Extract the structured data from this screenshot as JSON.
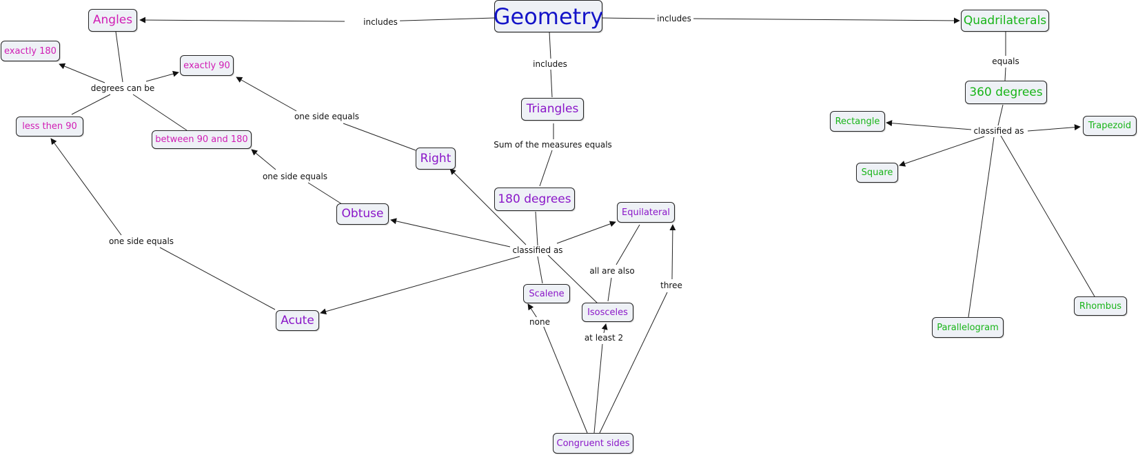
{
  "colors": {
    "geometry": "#1414c8",
    "angles": "#d01cb4",
    "triangles": "#8a16c8",
    "quadrilaterals": "#18b418",
    "link_text": "#111111",
    "line": "#222222"
  },
  "nodes": {
    "geometry": "Geometry",
    "angles": "Angles",
    "quadrilaterals": "Quadrilaterals",
    "exactly_180": "exactly 180",
    "exactly_90": "exactly 90",
    "less_then_90": "less then 90",
    "between_90_180": "between 90 and 180",
    "triangles": "Triangles",
    "right": "Right",
    "obtuse": "Obtuse",
    "acute": "Acute",
    "degrees_180": "180 degrees",
    "equilateral": "Equilateral",
    "scalene": "Scalene",
    "isosceles": "Isosceles",
    "congruent_sides": "Congruent sides",
    "degrees_360": "360 degrees",
    "rectangle": "Rectangle",
    "trapezoid": "Trapezoid",
    "square": "Square",
    "rhombus": "Rhombus",
    "parallelogram": "Parallelogram"
  },
  "links": {
    "includes_angles": "includes",
    "includes_quadrilaterals": "includes",
    "includes_triangles": "includes",
    "degrees_can_be": "degrees can be",
    "one_side_equals_right": "one side equals",
    "one_side_equals_obtuse": "one side equals",
    "one_side_equals_acute": "one side equals",
    "sum_of_measures": "Sum of the measures equals",
    "classified_as_triangles": "classified as",
    "all_are_also": "all are also",
    "three": "three",
    "none": "none",
    "at_least_2": "at least 2",
    "equals": "equals",
    "classified_as_quads": "classified as"
  }
}
